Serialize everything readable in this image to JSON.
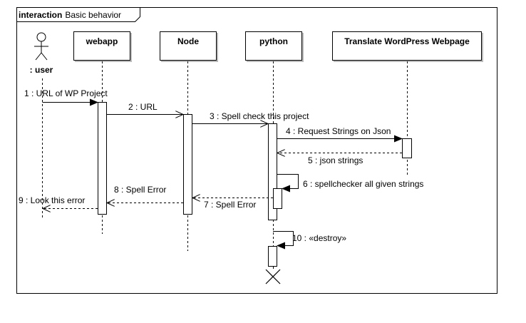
{
  "frame": {
    "keyword": "interaction",
    "name": "Basic behavior"
  },
  "actor": {
    "label": ": user"
  },
  "lifelines": [
    {
      "label": "webapp"
    },
    {
      "label": "Node"
    },
    {
      "label": "python"
    },
    {
      "label": "Translate WordPress Webpage"
    }
  ],
  "messages": [
    {
      "label": "1 : URL of WP Project",
      "kind": "sync"
    },
    {
      "label": "2 : URL",
      "kind": "async"
    },
    {
      "label": "3 : Spell check this project",
      "kind": "async"
    },
    {
      "label": "4 : Request Strings on Json",
      "kind": "sync"
    },
    {
      "label": "5 : json strings",
      "kind": "reply"
    },
    {
      "label": "6 : spellchecker all given strings",
      "kind": "self-sync"
    },
    {
      "label": "7 : Spell Error",
      "kind": "reply"
    },
    {
      "label": "8 : Spell Error",
      "kind": "reply"
    },
    {
      "label": "9 : Look this error",
      "kind": "reply"
    },
    {
      "label": "10 : «destroy»",
      "kind": "self-sync"
    }
  ]
}
